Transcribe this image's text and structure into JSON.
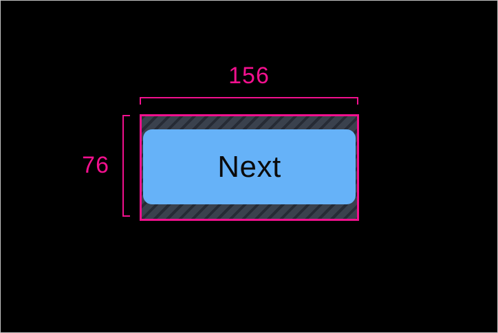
{
  "measurement": {
    "width_label": "156",
    "height_label": "76"
  },
  "button": {
    "label": "Next"
  },
  "colors": {
    "accent": "#f2108e",
    "button-bg": "#66b2f8",
    "button-text": "#0b0b0b",
    "hatch-bg": "#3a414d",
    "hatch-stripe": "#262b35",
    "canvas-bg": "#000000",
    "frame-border": "#c3c3c3"
  }
}
